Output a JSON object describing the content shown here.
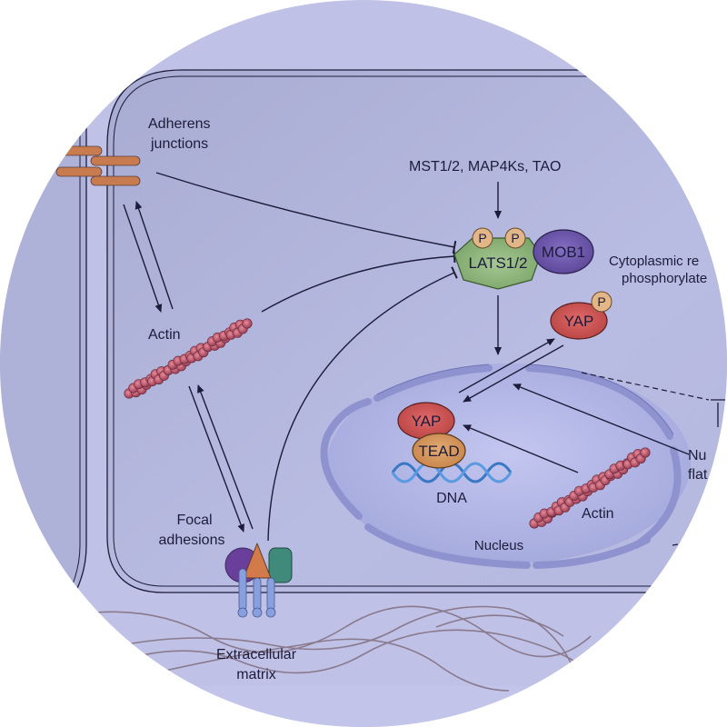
{
  "diagram": {
    "title": "Hippo pathway mechanical regulation of YAP",
    "colors": {
      "background": "#bfc1e6",
      "cell": "#b2b5d9",
      "nucleus": "#aeb2e2",
      "nuclear_envelope": "#8e93cf",
      "lats": "#86ad74",
      "mob1": "#6a55a8",
      "phospho": "#e3b687",
      "yap": "#cc5050",
      "tead": "#d4945a",
      "actin_bead": "#c05a6e",
      "junction": "#c97b50",
      "integrin": "#8aa0dc",
      "ecm_fiber": "#8a7a8e",
      "line": "#1c1c3a"
    },
    "labels": {
      "adherens_junctions_1": "Adherens",
      "adherens_junctions_2": "junctions",
      "upstream_kinases": "MST1/2, MAP4Ks, TAO",
      "lats": "LATS1/2",
      "mob1": "MOB1",
      "phospho": "P",
      "cytoplasmic_1": "Cytoplasmic re",
      "cytoplasmic_2": "phosphorylate",
      "yap_cyto": "YAP",
      "yap_nuc": "YAP",
      "tead": "TEAD",
      "dna": "DNA",
      "actin_cyto": "Actin",
      "actin_nuc": "Actin",
      "nucleus": "Nucleus",
      "nuclear_flat_1": "Nu",
      "nuclear_flat_2": "flat",
      "focal_adhesions_1": "Focal",
      "focal_adhesions_2": "adhesions",
      "ecm_1": "Extracellular",
      "ecm_2": "matrix"
    }
  }
}
